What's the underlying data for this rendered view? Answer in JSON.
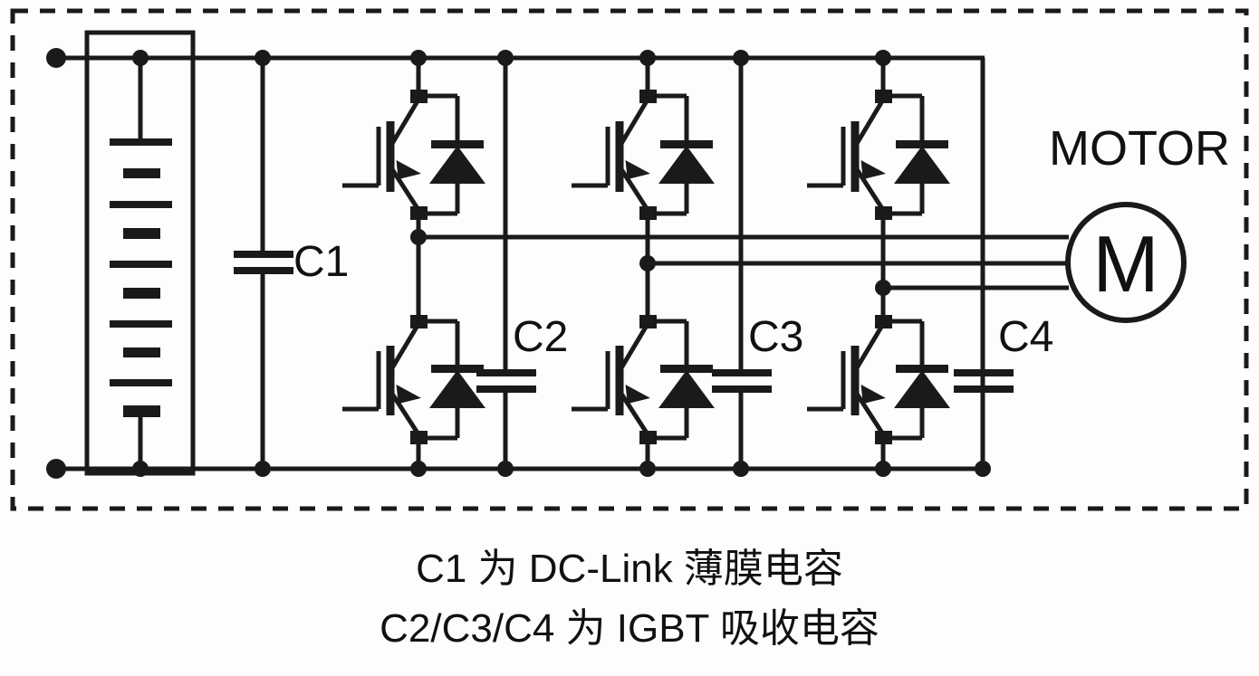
{
  "diagram": {
    "title": "three-phase IGBT inverter driving a motor",
    "enclosure": {
      "style": "dashed",
      "color": "#1a1a1a"
    },
    "source": {
      "type": "battery",
      "cells": 5,
      "label": ""
    },
    "motor": {
      "symbol_label": "M",
      "title": "MOTOR",
      "phase_count": 3
    },
    "capacitors": [
      {
        "id": "C1",
        "label": "C1",
        "role": "DC-Link film capacitor"
      },
      {
        "id": "C2",
        "label": "C2",
        "role": "IGBT snubber capacitor"
      },
      {
        "id": "C3",
        "label": "C3",
        "role": "IGBT snubber capacitor"
      },
      {
        "id": "C4",
        "label": "C4",
        "role": "IGBT snubber capacitor"
      }
    ],
    "legs": [
      {
        "name": "phase-a",
        "upper_switch": "IGBT with antiparallel diode",
        "lower_switch": "IGBT with antiparallel diode"
      },
      {
        "name": "phase-b",
        "upper_switch": "IGBT with antiparallel diode",
        "lower_switch": "IGBT with antiparallel diode"
      },
      {
        "name": "phase-c",
        "upper_switch": "IGBT with antiparallel diode",
        "lower_switch": "IGBT with antiparallel diode"
      }
    ],
    "colors": {
      "line": "#1a1a1a",
      "background": "#fdfdfb",
      "text": "#111111"
    }
  },
  "caption": {
    "line1": "C1 为 DC-Link 薄膜电容",
    "line2": "C2/C3/C4 为 IGBT 吸收电容"
  }
}
